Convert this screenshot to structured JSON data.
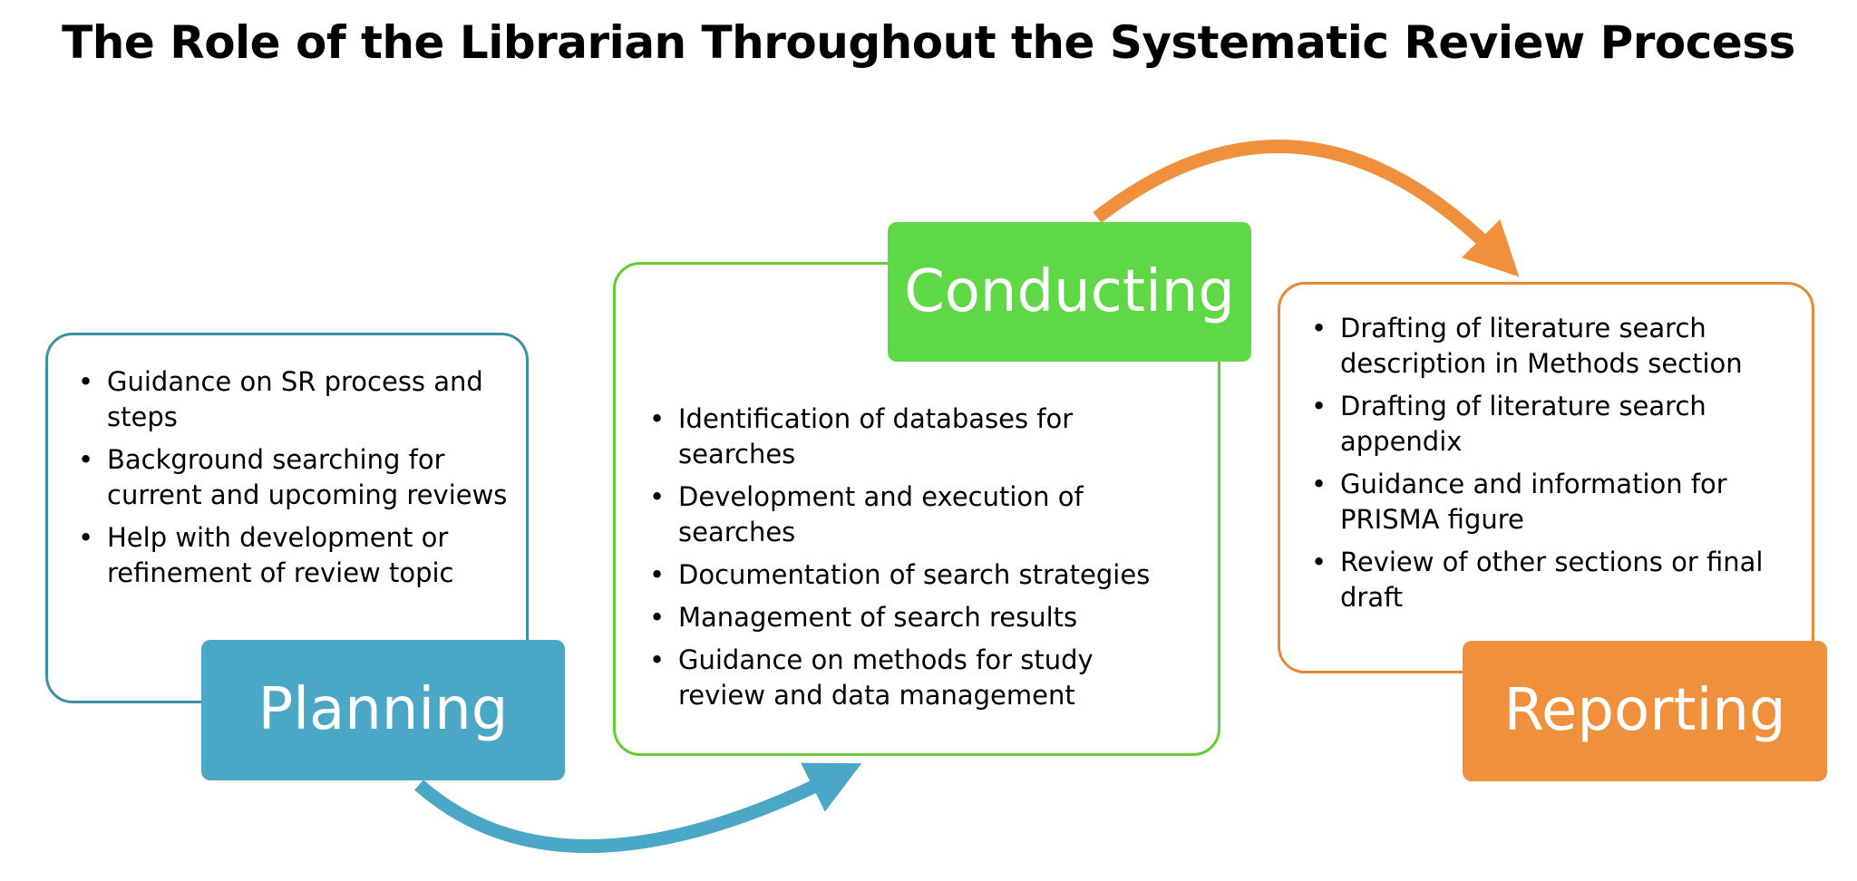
{
  "title": "The Role of the Librarian Throughout the Systematic Review Process",
  "colors": {
    "planning": "#4aa7c6",
    "conducting": "#5fd845",
    "reporting": "#f0903d"
  },
  "stages": {
    "planning": {
      "label": "Planning",
      "items": [
        "Guidance on SR process and steps",
        "Background searching for current and upcoming reviews",
        "Help with development or refinement of review topic"
      ]
    },
    "conducting": {
      "label": "Conducting",
      "items": [
        "Identification of databases for searches",
        "Development and execution of searches",
        "Documentation of search strategies",
        "Management of search results",
        "Guidance on methods for study review and data management"
      ]
    },
    "reporting": {
      "label": "Reporting",
      "items": [
        "Drafting of literature search description in Methods section",
        "Drafting of literature search appendix",
        "Guidance and information for PRISMA figure",
        "Review of other sections or final draft"
      ]
    }
  }
}
